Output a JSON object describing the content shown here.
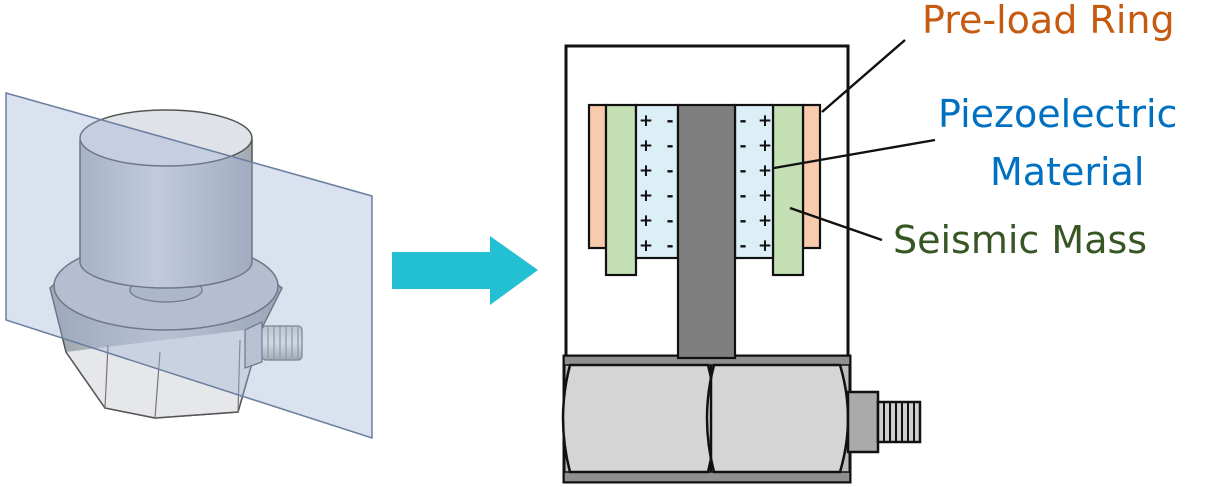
{
  "labels": {
    "preload_ring": {
      "text": "Pre-load Ring",
      "color": "#C55A11"
    },
    "piezo": {
      "line1": "Piezoelectric",
      "line2": "Material",
      "color": "#0070C0"
    },
    "seismic_mass": {
      "text": "Seismic Mass",
      "color": "#375623"
    }
  },
  "charges": {
    "outer_sign": "+",
    "inner_sign": "-"
  },
  "colors": {
    "preload_fill": "#F8CBAD",
    "seismic_fill": "#C5E0B4",
    "piezo_fill": "#DDEFF6",
    "post_fill": "#7F7F7F",
    "arrow_fill": "#23BFD3",
    "plane_fill": "#9DAFD4",
    "metal_fill": "#D9D9D9"
  },
  "icons": {
    "arrow": "right-arrow-icon",
    "sensor_3d": "accelerometer-3d-section-icon"
  }
}
